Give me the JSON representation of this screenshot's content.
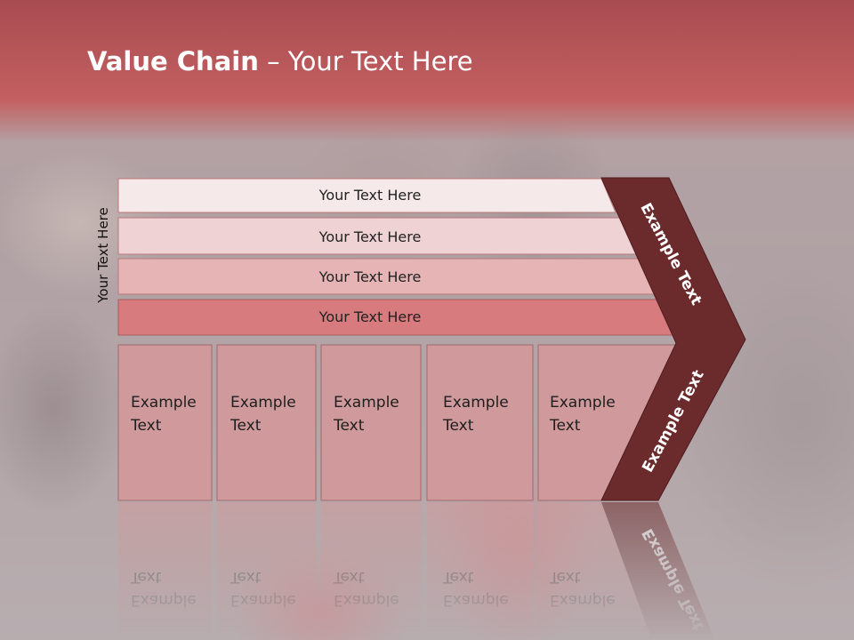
{
  "slide": {
    "title_bold": "Value Chain",
    "title_rest": " – Your Text Here",
    "side_label": "Your Text Here"
  },
  "bars": [
    {
      "label": "Your Text Here",
      "color": "#f6e9ea"
    },
    {
      "label": "Your Text Here",
      "color": "#efd2d4"
    },
    {
      "label": "Your Text Here",
      "color": "#e6b4b5"
    },
    {
      "label": "Your Text Here",
      "color": "#d87b7e"
    }
  ],
  "boxes": [
    {
      "line1": "Example",
      "line2": "Text"
    },
    {
      "line1": "Example",
      "line2": "Text"
    },
    {
      "line1": "Example",
      "line2": "Text"
    },
    {
      "line1": "Example",
      "line2": "Text"
    },
    {
      "line1": "Example",
      "line2": "Text"
    }
  ],
  "chevron": {
    "upper_label": "Example Text",
    "lower_label": "Example Text",
    "color": "#6b2a2c"
  },
  "colors": {
    "box_fill": "#d09a9c",
    "title_band": "#c35f60"
  }
}
